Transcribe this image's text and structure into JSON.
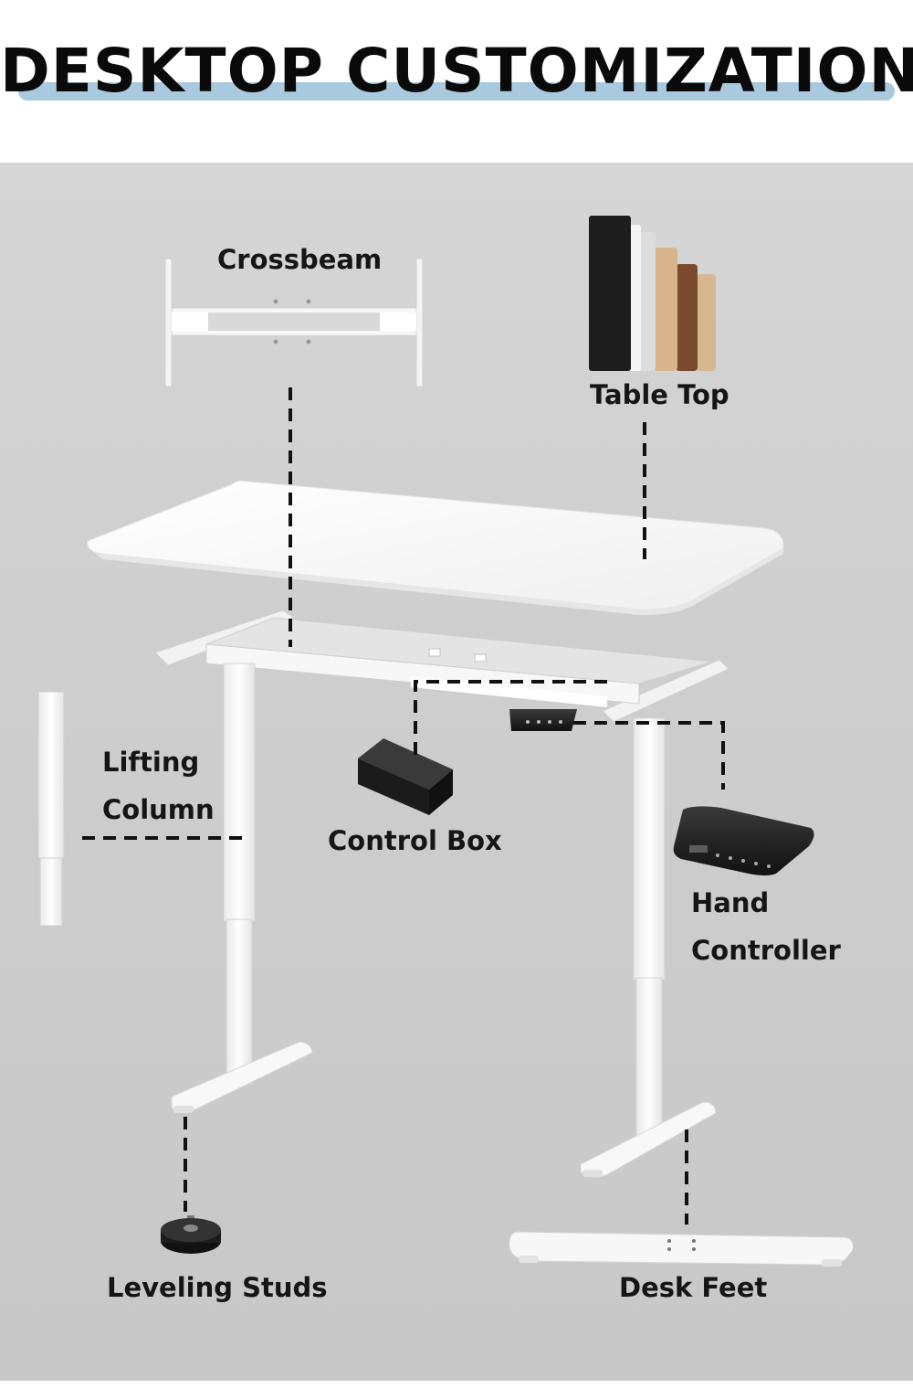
{
  "header": {
    "title": "DESKTOP CUSTOMIZATION"
  },
  "labels": {
    "crossbeam": "Crossbeam",
    "table_top": "Table Top",
    "lifting_column_line1": "Lifting",
    "lifting_column_line2": "Column",
    "control_box": "Control Box",
    "hand_controller_line1": "Hand",
    "hand_controller_line2": "Controller",
    "leveling_studs": "Leveling Studs",
    "desk_feet": "Desk Feet"
  },
  "colors": {
    "accent_bar": "#a9c9df",
    "background_panel": "#cecece",
    "part_white": "#f7f7f7",
    "part_dark": "#1e1e1e"
  },
  "table_top_swatches": [
    "#1d1d1d",
    "#f4f4f4",
    "#dcdcdc",
    "#d9b48a",
    "#7a4a2e",
    "#d6b890"
  ]
}
